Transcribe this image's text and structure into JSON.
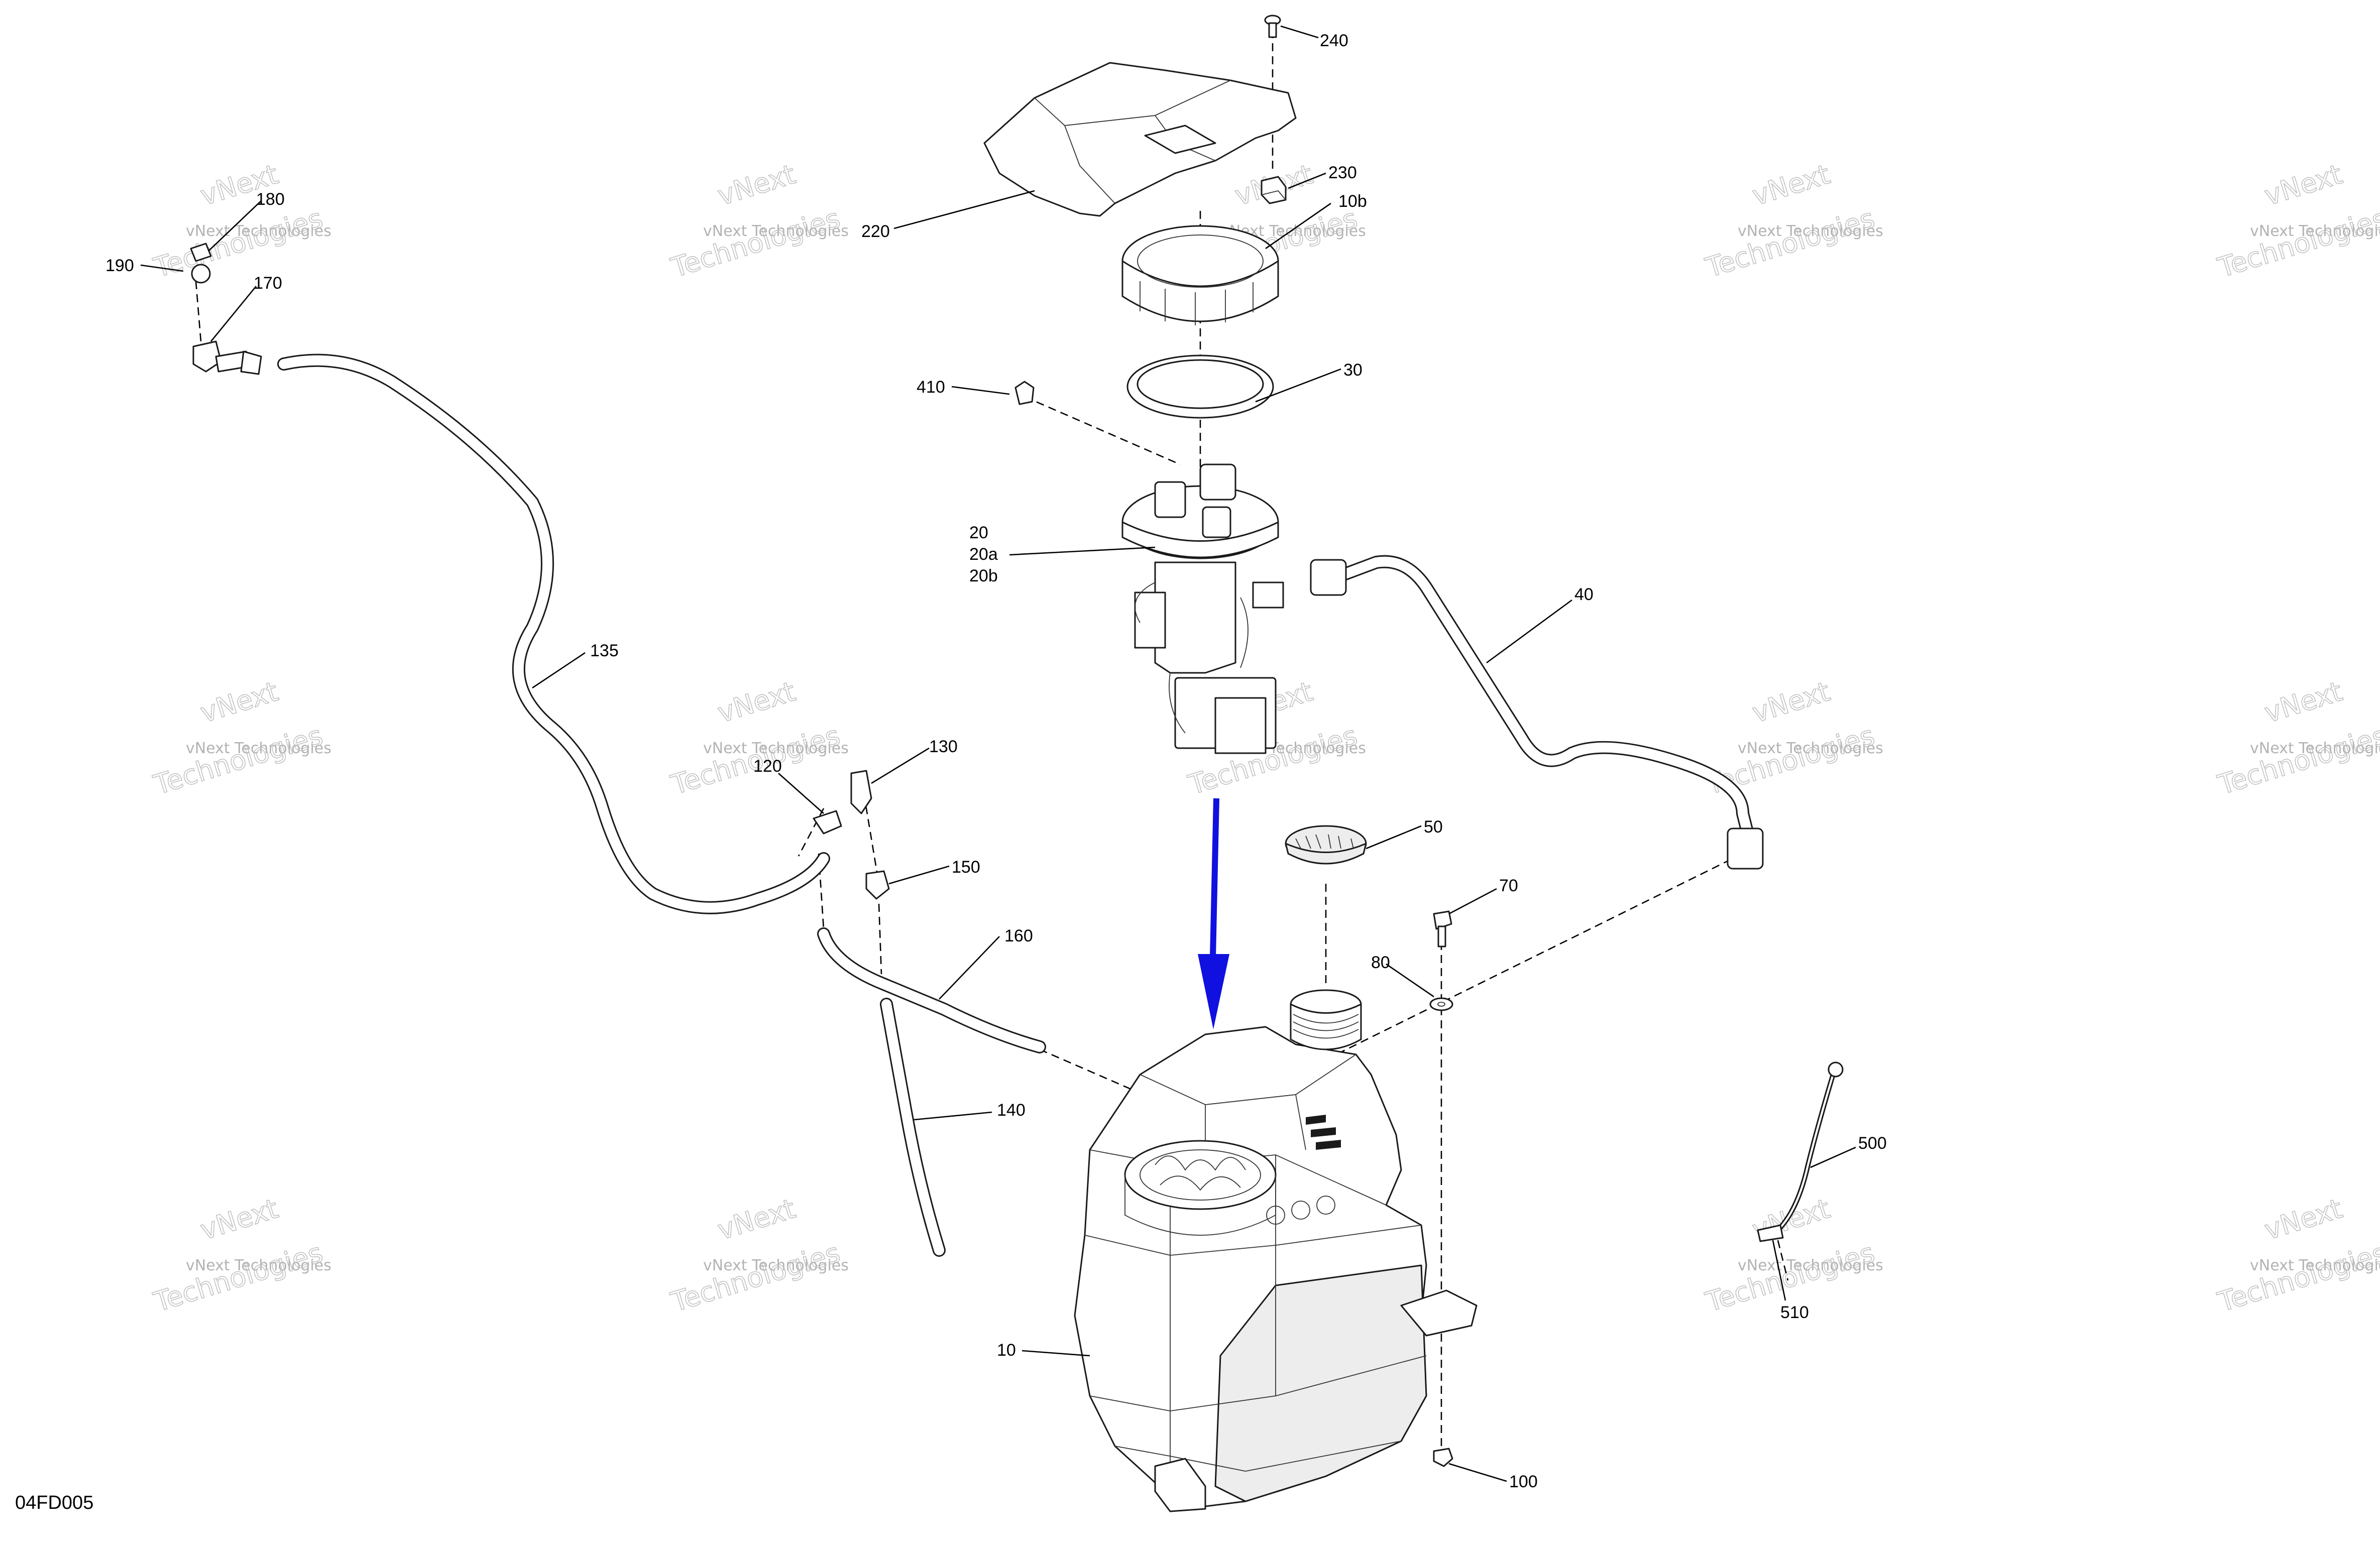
{
  "diagram": {
    "figure_id": "04FD005",
    "watermark": {
      "line1": "vNext Technologies",
      "line2": "vNext",
      "line3": "Technologies"
    },
    "callouts": {
      "c240": "240",
      "c230": "230",
      "c220": "220",
      "c10b": "10b",
      "c180": "180",
      "c190": "190",
      "c170": "170",
      "c30": "30",
      "c410": "410",
      "c20": "20",
      "c20a": "20a",
      "c20b": "20b",
      "c40": "40",
      "c135": "135",
      "c130": "130",
      "c120": "120",
      "c150": "150",
      "c50": "50",
      "c70": "70",
      "c80": "80",
      "c160": "160",
      "c140": "140",
      "c500": "500",
      "c510": "510",
      "c10": "10",
      "c100": "100"
    },
    "colors": {
      "line": "#1a1a1a",
      "assembly_arrow": "#1010e0",
      "watermark": "#a0a0a0",
      "part_shade": "#ededed"
    }
  }
}
